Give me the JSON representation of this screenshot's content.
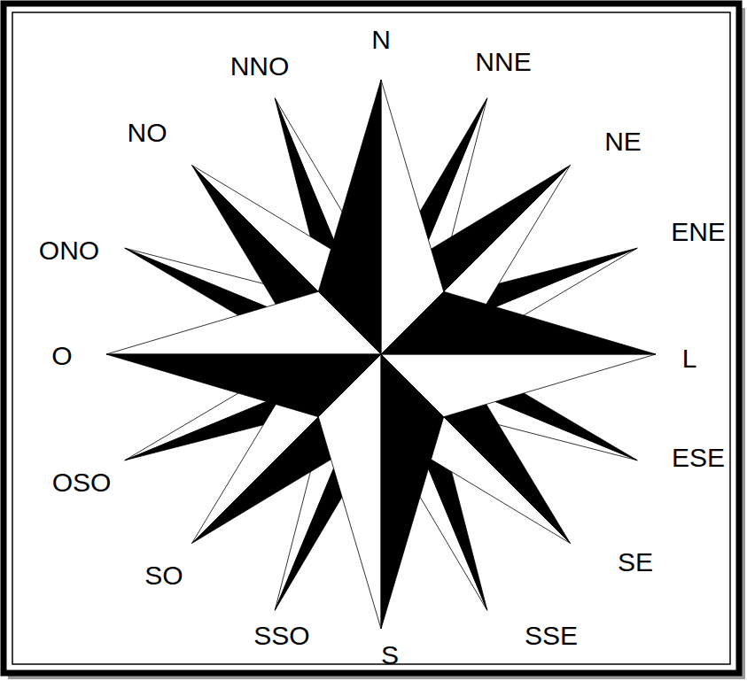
{
  "diagram": {
    "labels": [
      "N",
      "NNE",
      "NE",
      "ENE",
      "L",
      "ESE",
      "SE",
      "SSE",
      "S",
      "SSO",
      "SO",
      "OSO",
      "O",
      "ONO",
      "NO",
      "NNO"
    ]
  }
}
